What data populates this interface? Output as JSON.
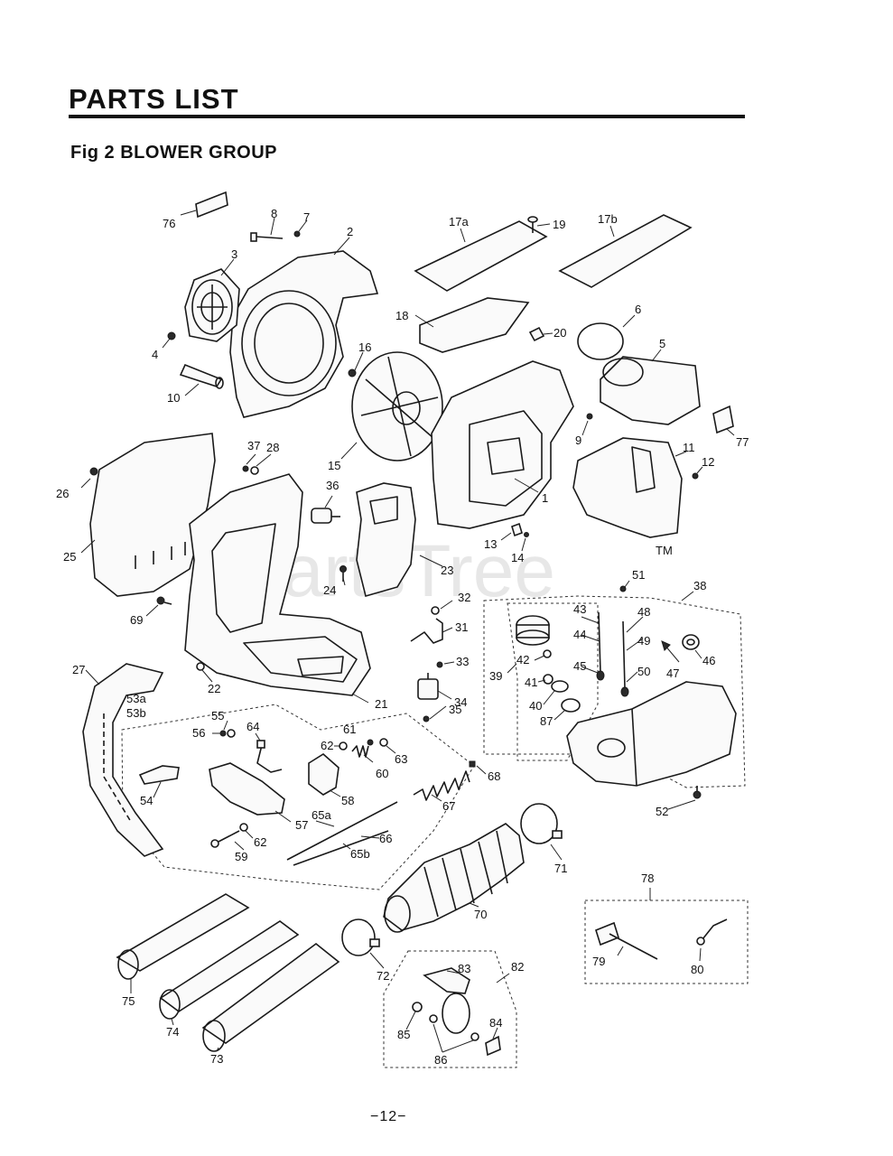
{
  "page_title": "PARTS LIST",
  "figure_title": "Fig 2 BLOWER GROUP",
  "page_number": "−12−",
  "watermark": "PartsTree",
  "watermark_tm": "TM",
  "labels": {
    "p1": "1",
    "p2": "2",
    "p3": "3",
    "p4": "4",
    "p5": "5",
    "p6": "6",
    "p7": "7",
    "p8": "8",
    "p9": "9",
    "p10": "10",
    "p11": "11",
    "p12": "12",
    "p13": "13",
    "p14": "14",
    "p15": "15",
    "p16": "16",
    "p17a": "17a",
    "p17b": "17b",
    "p18": "18",
    "p19": "19",
    "p20": "20",
    "p21": "21",
    "p22": "22",
    "p23": "23",
    "p24": "24",
    "p25": "25",
    "p26": "26",
    "p27": "27",
    "p28": "28",
    "p31": "31",
    "p32": "32",
    "p33": "33",
    "p34": "34",
    "p35": "35",
    "p36": "36",
    "p37": "37",
    "p38": "38",
    "p39": "39",
    "p40": "40",
    "p41": "41",
    "p42": "42",
    "p43": "43",
    "p44": "44",
    "p45": "45",
    "p46": "46",
    "p47": "47",
    "p48": "48",
    "p49": "49",
    "p50": "50",
    "p51": "51",
    "p52": "52",
    "p53a": "53a",
    "p53b": "53b",
    "p54": "54",
    "p55": "55",
    "p56": "56",
    "p57": "57",
    "p58": "58",
    "p59": "59",
    "p60": "60",
    "p61": "61",
    "p62a": "62",
    "p62b": "62",
    "p63": "63",
    "p64": "64",
    "p65a": "65a",
    "p65b": "65b",
    "p66": "66",
    "p67": "67",
    "p68": "68",
    "p69": "69",
    "p70": "70",
    "p71": "71",
    "p72": "72",
    "p73": "73",
    "p74": "74",
    "p75": "75",
    "p76": "76",
    "p77": "77",
    "p78": "78",
    "p79": "79",
    "p80": "80",
    "p82": "82",
    "p83": "83",
    "p84": "84",
    "p85": "85",
    "p86": "86",
    "p87": "87"
  }
}
